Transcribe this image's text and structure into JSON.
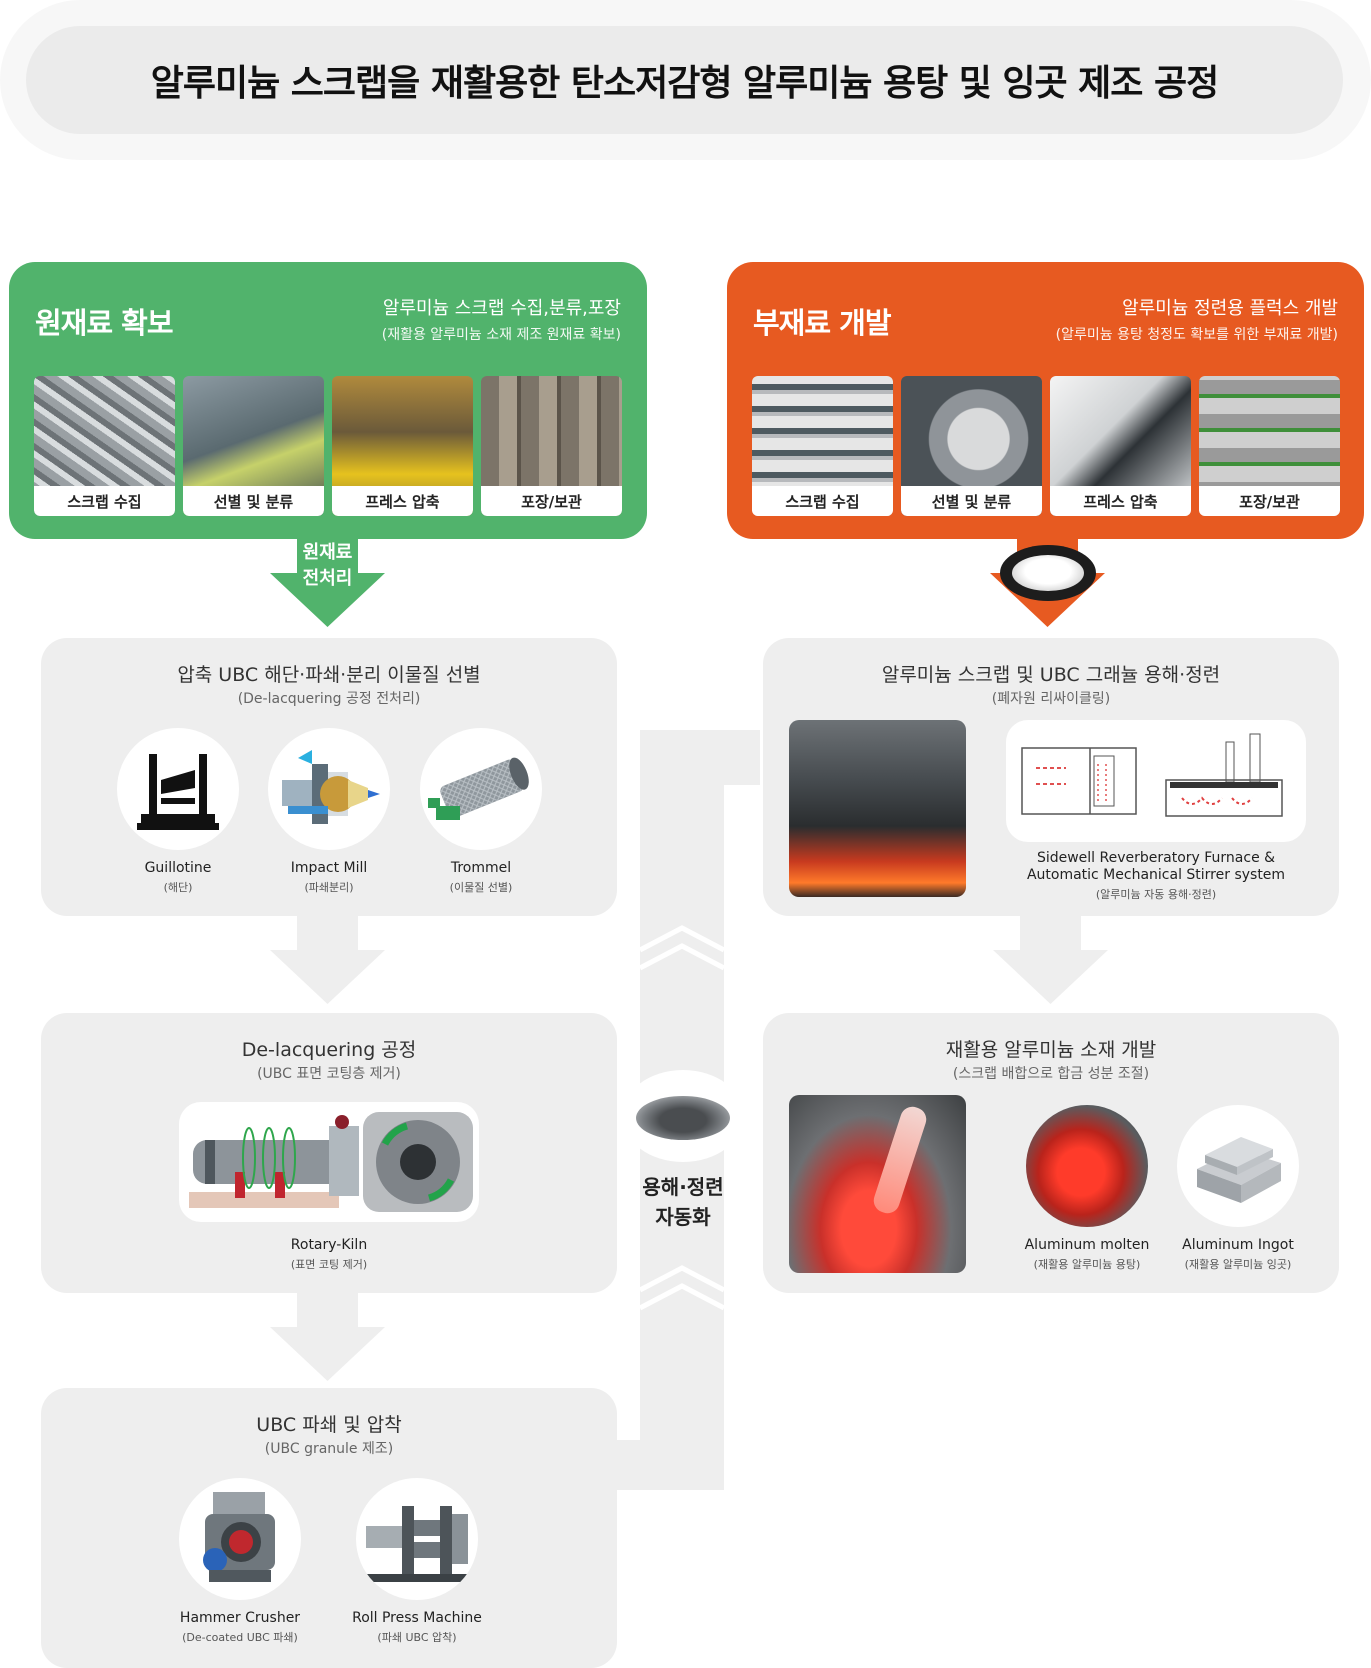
{
  "title": "알루미늄 스크랩을 재활용한 탄소저감형 알루미늄 용탕 및 잉곳 제조 공정",
  "raw_material": {
    "title": "원재료 확보",
    "subtitle": "알루미늄 스크랩 수집,분류,포장",
    "note": "(재활용 알루미늄 소재 제조 원재료 확보)",
    "items": [
      "스크랩 수집",
      "선별 및 분류",
      "프레스 압축",
      "포장/보관"
    ]
  },
  "sub_material": {
    "title": "부재료 개발",
    "subtitle": "알루미늄 정련용 플럭스 개발",
    "note": "(알루미늄 용탕 청정도 확보를 위한 부재료 개발)",
    "items": [
      "스크랩 수집",
      "선별 및 분류",
      "프레스 압축",
      "포장/보관"
    ]
  },
  "arrow_pretreat": {
    "line1": "원재료",
    "line2": "전처리"
  },
  "stage1": {
    "title": "압축 UBC 해단·파쇄·분리 이물질 선별",
    "sub": "(De-lacquering 공정 전처리)",
    "equipment": [
      {
        "name": "Guillotine",
        "sub": "(해단)",
        "icon": "guillotine-icon"
      },
      {
        "name": "Impact Mill",
        "sub": "(파쇄분리)",
        "icon": "impact-mill-icon"
      },
      {
        "name": "Trommel",
        "sub": "(이물질 선별)",
        "icon": "trommel-icon"
      }
    ]
  },
  "stage2": {
    "title": "De-lacquering 공정",
    "sub": "(UBC 표면 코팅층 제거)",
    "equipment": [
      {
        "name": "Rotary-Kiln",
        "sub": "(표면 코팅 제거)"
      }
    ]
  },
  "stage3": {
    "title": "UBC 파쇄 및 압착",
    "sub": "(UBC granule 제조)",
    "equipment": [
      {
        "name": "Hammer Crusher",
        "sub": "(De-coated UBC 파쇄)"
      },
      {
        "name": "Roll Press Machine",
        "sub": "(파쇄 UBC 압착)"
      }
    ]
  },
  "automation": {
    "line1": "용해·정련",
    "line2": "자동화"
  },
  "stage4": {
    "title": "알루미늄 스크랩 및 UBC 그래뉼 용해·정련",
    "sub": "(폐자원 리싸이클링)",
    "equipment_line1": "Sidewell Reverberatory Furnace &",
    "equipment_line2": "Automatic Mechanical Stirrer system",
    "equipment_sub": "(알루미늄 자동 용해·정련)"
  },
  "stage5": {
    "title": "재활용 알루미늄 소재 개발",
    "sub": "(스크랩 배합으로 합금 성분 조절)",
    "equipment": [
      {
        "name": "Aluminum molten",
        "sub": "(재활용 알루미늄 용탕)"
      },
      {
        "name": "Aluminum Ingot",
        "sub": "(재활용 알루미늄 잉곳)"
      }
    ]
  },
  "colors": {
    "green": "#51b36c",
    "orange": "#e75a21",
    "box": "#eeeeee"
  }
}
